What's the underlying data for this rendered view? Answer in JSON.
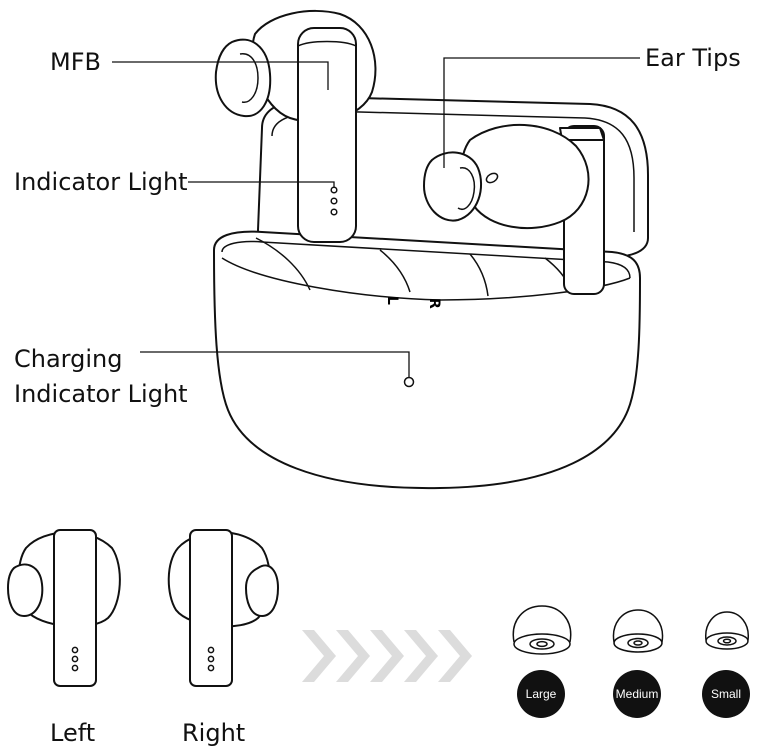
{
  "labels": {
    "mfb": "MFB",
    "ear_tips": "Ear Tips",
    "indicator_light": "Indicator Light",
    "charging_line1": "Charging",
    "charging_line2": "Indicator Light",
    "left": "Left",
    "right": "Right"
  },
  "case_marks": {
    "left": "L",
    "right": "R"
  },
  "ear_tip_sizes": [
    "Large",
    "Medium",
    "Small"
  ]
}
